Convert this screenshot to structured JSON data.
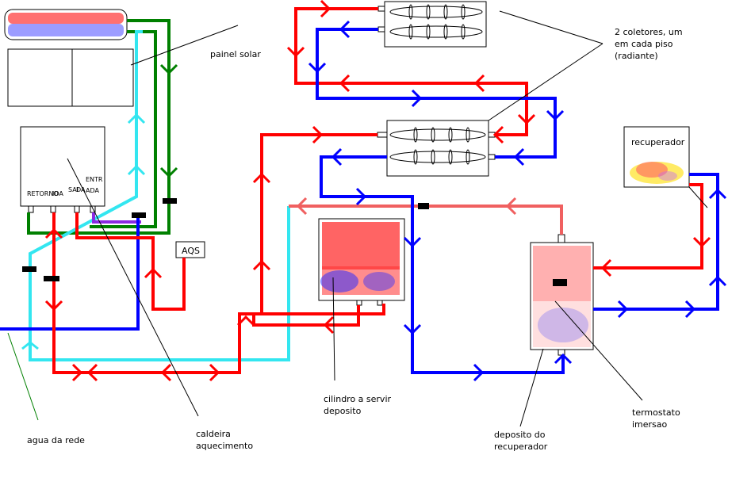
{
  "labels": {
    "solar_panel": "painel solar",
    "collectors_line1": "2 coletores, um",
    "collectors_line2": "em cada piso",
    "collectors_line3": "(radiante)",
    "recuperator": "recuperador",
    "aqs": "AQS",
    "boiler_return": "RETORNO",
    "boiler_flow": "IDA",
    "boiler_out_1": "SAI",
    "boiler_out_2": "DA",
    "boiler_in_1": "ENTR",
    "boiler_in_2": "ADA",
    "mains_water": "agua da rede",
    "boiler_line1": "caldeira",
    "boiler_line2": "aquecimento",
    "cylinder_line1": "cilindro a servir",
    "cylinder_line2": "deposito",
    "recup_tank_line1": "deposito do",
    "recup_tank_line2": "recuperador",
    "thermostat_line1": "termostato",
    "thermostat_line2": "imersao"
  },
  "colors": {
    "hot_pipe": "#ff0000",
    "cold_pipe": "#0000ff",
    "solar_circuit": "#008000",
    "cold_water_supply": "#33e6f0",
    "return_pipe": "#f06060",
    "boiler_link": "#8a2be2"
  }
}
